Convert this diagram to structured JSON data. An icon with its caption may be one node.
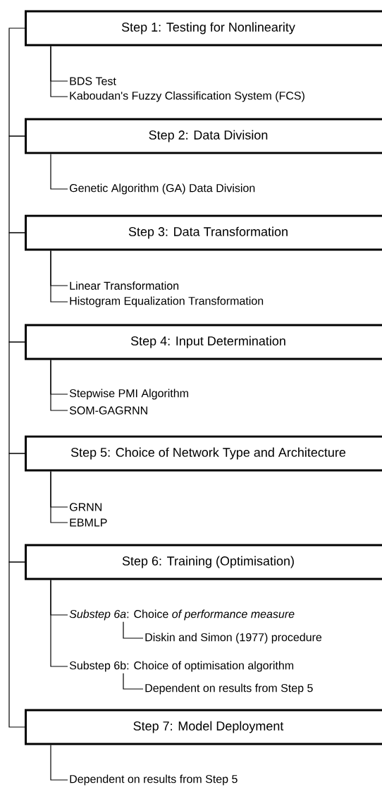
{
  "diagram": {
    "nodes": [
      {
        "text": [
          "Step 1: Testing for Nonlinearity"
        ]
      },
      {
        "text": [
          "BDS Test"
        ]
      },
      {
        "text": [
          "Kaboudan's Fuzzy Classification System (FCS)"
        ]
      },
      {
        "text": [
          "Step 2: Data Division"
        ]
      },
      {
        "text": [
          "Genetic Algorithm (GA) Data Division"
        ]
      },
      {
        "text": [
          "Step 3: Data Transformation"
        ]
      },
      {
        "text": [
          "Linear Transformation"
        ]
      },
      {
        "text": [
          "Histogram Equalization Transformation"
        ]
      },
      {
        "text": [
          "Step 4: Input Determination"
        ]
      },
      {
        "text": [
          "Stepwise PMI Algorithm"
        ]
      },
      {
        "text": [
          "SOM-GAGRNN"
        ]
      },
      {
        "text": [
          "Step 5: Choice of Network Type and Architecture"
        ]
      },
      {
        "text": [
          "GRNN"
        ]
      },
      {
        "text": [
          "EBMLP"
        ]
      },
      {
        "text": [
          "Step 6: Training (Optimisation)"
        ]
      },
      {
        "text": [
          "*Substep 6a*: Choice *of performance measure*"
        ]
      },
      {
        "text": [
          "Diskin and Simon (1977) procedure"
        ]
      },
      {
        "text": [
          "Substep 6b: Choice of optimisation algorithm"
        ]
      },
      {
        "text": [
          "Dependent on results from Step 5"
        ]
      },
      {
        "text": [
          "Step 7: Model Deployment"
        ]
      },
      {
        "text": [
          "Dependent on results from Step 5"
        ]
      }
    ],
    "edges": [
      {
        "from": 0,
        "to": 3,
        "arrow": "none"
      },
      {
        "from": 3,
        "to": 5,
        "arrow": "none"
      },
      {
        "from": 5,
        "to": 8,
        "arrow": "none"
      },
      {
        "from": 8,
        "to": 11,
        "arrow": "none"
      },
      {
        "from": 11,
        "to": 14,
        "arrow": "none"
      },
      {
        "from": 14,
        "to": 19,
        "arrow": "none"
      },
      {
        "from": 0,
        "to": 1,
        "arrow": "none"
      },
      {
        "from": 0,
        "to": 2,
        "arrow": "none"
      },
      {
        "from": 3,
        "to": 4,
        "arrow": "none"
      },
      {
        "from": 5,
        "to": 6,
        "arrow": "none"
      },
      {
        "from": 5,
        "to": 7,
        "arrow": "none"
      },
      {
        "from": 8,
        "to": 9,
        "arrow": "none"
      },
      {
        "from": 8,
        "to": 10,
        "arrow": "none"
      },
      {
        "from": 11,
        "to": 12,
        "arrow": "none"
      },
      {
        "from": 11,
        "to": 13,
        "arrow": "none"
      },
      {
        "from": 14,
        "to": 15,
        "arrow": "none"
      },
      {
        "from": 15,
        "to": 16,
        "arrow": "none"
      },
      {
        "from": 14,
        "to": 17,
        "arrow": "none"
      },
      {
        "from": 17,
        "to": 18,
        "arrow": "none"
      },
      {
        "from": 19,
        "to": 20,
        "arrow": "none"
      }
    ]
  }
}
